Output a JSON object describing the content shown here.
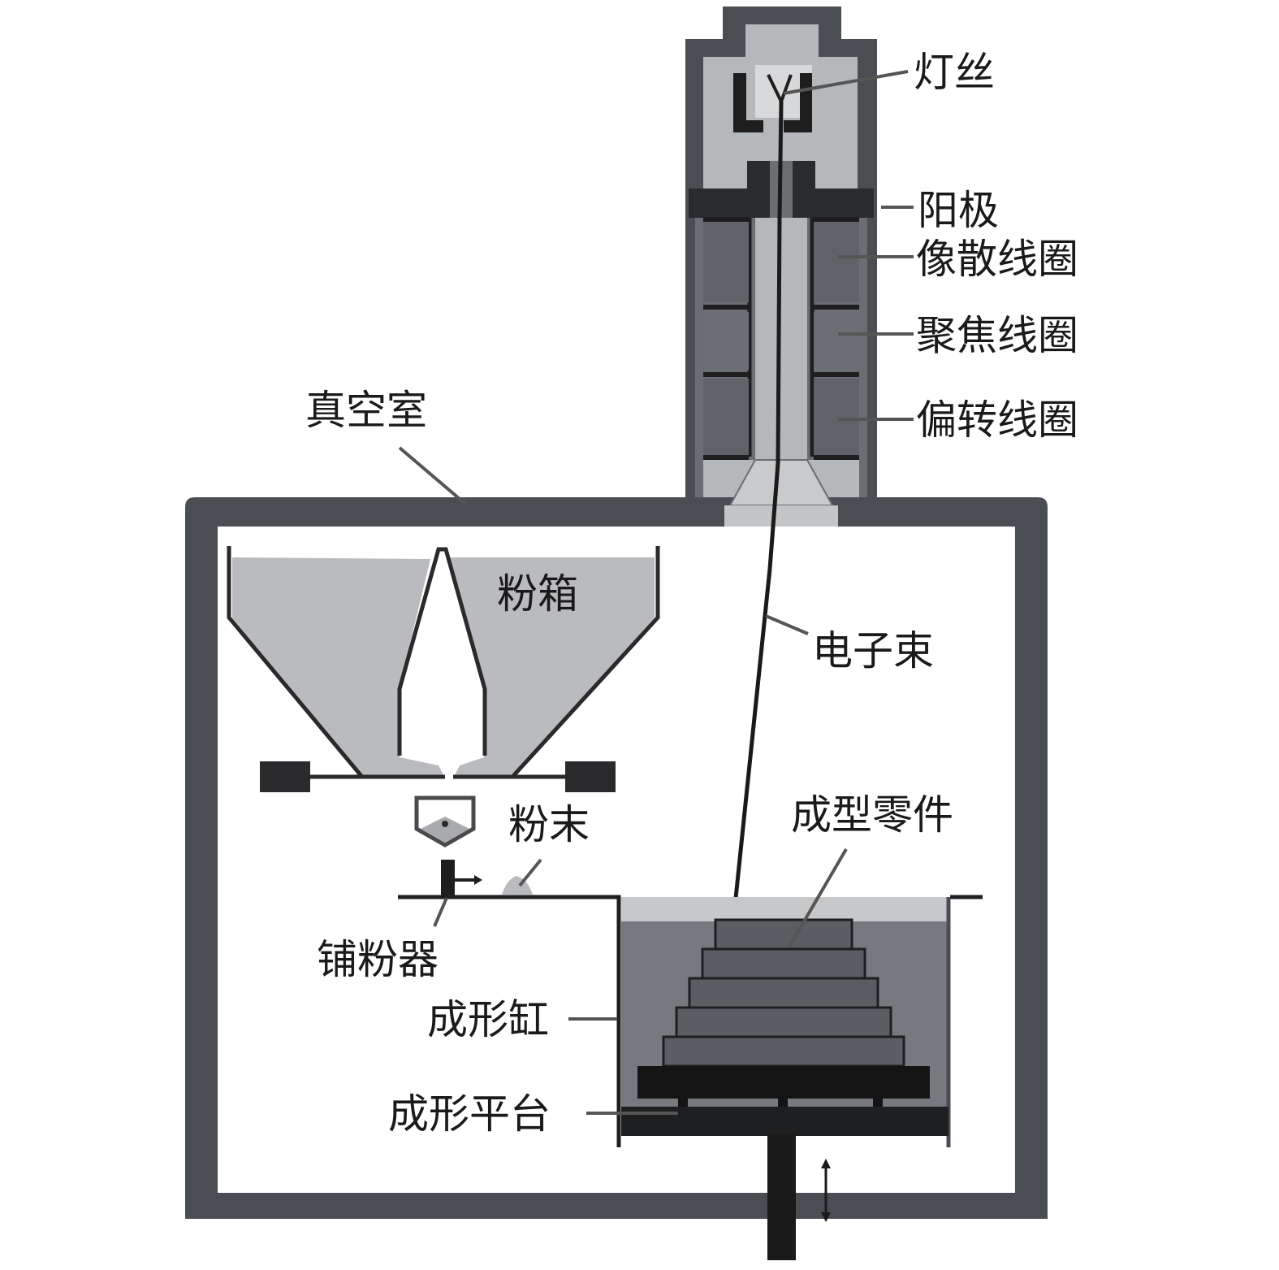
{
  "title": "Electron beam powder bed fusion (EBM) equipment schematic",
  "colors": {
    "wall": "#4a4d52",
    "gun_light": "#b5b8bb",
    "coil": "#5f6267",
    "powder": "#b9bbbe",
    "powder_top": "#c6c8ca",
    "part": "#5a5d61",
    "platform": "#141414",
    "line": "#1a1a1a",
    "leader": "#555555"
  },
  "labels": {
    "filament": "灯丝",
    "anode": "阳极",
    "astigmatism_coil": "像散线圈",
    "focus_coil": "聚焦线圈",
    "deflection_coil": "偏转线圈",
    "vacuum_chamber": "真空室",
    "powder_hopper": "粉箱",
    "electron_beam": "电子束",
    "powder": "粉末",
    "formed_part": "成型零件",
    "powder_spreader": "铺粉器",
    "build_tank": "成形缸",
    "build_platform": "成形平台"
  },
  "part": {
    "layer_count": 5
  },
  "platform_motion": "up-down"
}
